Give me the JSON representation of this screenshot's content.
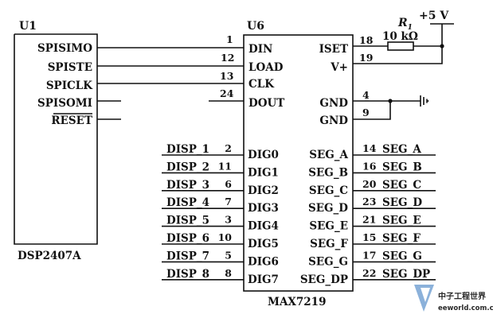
{
  "u1": {
    "ref": "U1",
    "part": "DSP2407A",
    "pins": [
      "SPISIMO",
      "SPISTE",
      "SPICLK",
      "SPISOMI",
      "RESET"
    ]
  },
  "u6": {
    "ref": "U6",
    "part": "MAX7219",
    "left_pins": [
      {
        "name": "DIN",
        "num": "1"
      },
      {
        "name": "LOAD",
        "num": "12"
      },
      {
        "name": "CLK",
        "num": "13"
      },
      {
        "name": "DOUT",
        "num": "24"
      }
    ],
    "right_pins": [
      {
        "name": "ISET",
        "num": "18"
      },
      {
        "name": "V+",
        "num": "19"
      },
      {
        "name": "GND",
        "num": "4"
      },
      {
        "name": "GND",
        "num": "9"
      }
    ],
    "dig_pins": [
      {
        "net": "DISP_1",
        "num": "2",
        "name": "DIG0"
      },
      {
        "net": "DISP_2",
        "num": "11",
        "name": "DIG1"
      },
      {
        "net": "DISP_3",
        "num": "6",
        "name": "DIG2"
      },
      {
        "net": "DISP_4",
        "num": "7",
        "name": "DIG3"
      },
      {
        "net": "DISP_5",
        "num": "3",
        "name": "DIG4"
      },
      {
        "net": "DISP_6",
        "num": "10",
        "name": "DIG5"
      },
      {
        "net": "DISP_7",
        "num": "5",
        "name": "DIG6"
      },
      {
        "net": "DISP_8",
        "num": "8",
        "name": "DIG7"
      }
    ],
    "seg_pins": [
      {
        "name": "SEG_A",
        "num": "14",
        "net": "SEG_A"
      },
      {
        "name": "SEG_B",
        "num": "16",
        "net": "SEG_B"
      },
      {
        "name": "SEG_C",
        "num": "20",
        "net": "SEG_C"
      },
      {
        "name": "SEG_D",
        "num": "23",
        "net": "SEG_D"
      },
      {
        "name": "SEG_E",
        "num": "21",
        "net": "SEG_E"
      },
      {
        "name": "SEG_F",
        "num": "15",
        "net": "SEG_F"
      },
      {
        "name": "SEG_G",
        "num": "17",
        "net": "SEG_G"
      },
      {
        "name": "SEG_DP",
        "num": "22",
        "net": "SEG_DP"
      }
    ]
  },
  "resistor": {
    "ref": "R",
    "sub": "1",
    "value": "10 kΩ"
  },
  "power": {
    "label": "+5 V"
  },
  "watermark": {
    "brand": "中子工程世界",
    "url": "eeworld.com.cn"
  }
}
